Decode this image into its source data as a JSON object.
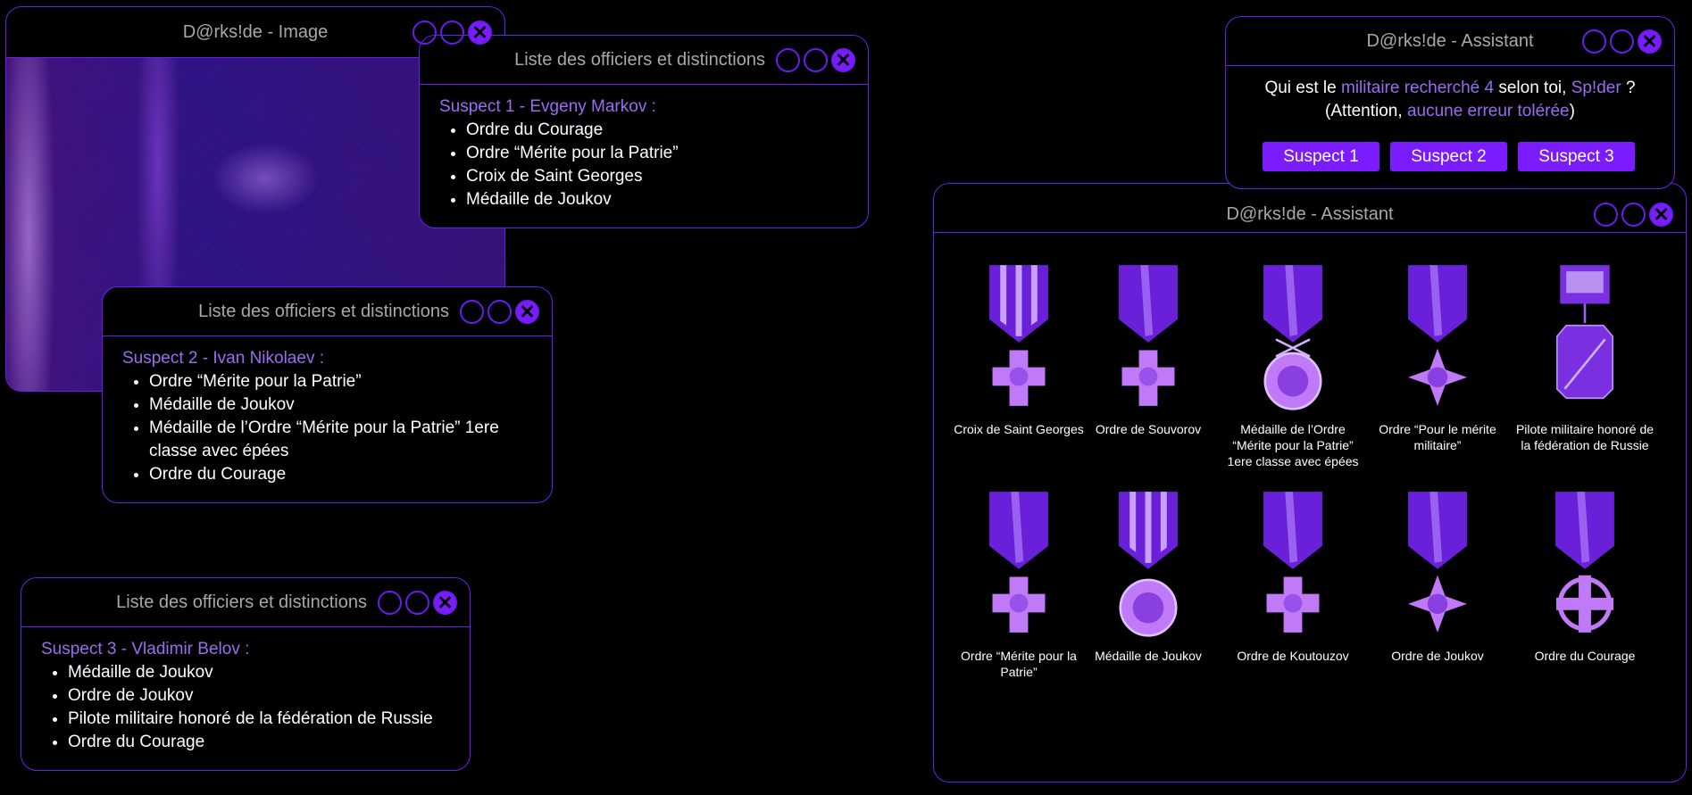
{
  "image_window": {
    "title": "D@rks!de - Image"
  },
  "list_title": "Liste des officiers et distinctions",
  "suspects": [
    {
      "heading": "Suspect 1 - Evgeny Markov :",
      "items": [
        "Ordre du Courage",
        "Ordre “Mérite pour la Patrie”",
        "Croix de Saint Georges",
        "Médaille de Joukov"
      ]
    },
    {
      "heading": "Suspect 2 - Ivan Nikolaev :",
      "items": [
        "Ordre “Mérite pour la Patrie”",
        "Médaille de Joukov",
        "Médaille de l’Ordre “Mérite pour la Patrie” 1ere classe avec épées",
        "Ordre du Courage"
      ]
    },
    {
      "heading": "Suspect 3 - Vladimir Belov :",
      "items": [
        "Médaille de Joukov",
        "Ordre  de Joukov",
        "Pilote militaire honoré de la fédération de Russie",
        "Ordre du Courage"
      ]
    }
  ],
  "assistant": {
    "title": "D@rks!de - Assistant",
    "q_part1": "Qui est le ",
    "q_hl1": "militaire recherché 4",
    "q_part2": " selon toi, ",
    "q_hl2": "Sp!der",
    "q_part3": " ?",
    "q2_part1": "(Attention, ",
    "q2_hl": "aucune erreur tolérée",
    "q2_part2": ")",
    "buttons": [
      "Suspect 1",
      "Suspect 2",
      "Suspect 3"
    ]
  },
  "medals_window": {
    "title": "D@rks!de - Assistant",
    "medals": [
      {
        "label": "Croix de Saint Georges",
        "shape": "cross-striped-icon"
      },
      {
        "label": "Ordre de Souvorov",
        "shape": "cross-icon"
      },
      {
        "label": "Médaille de l’Ordre “Mérite pour la Patrie” 1ere classe avec épées",
        "shape": "round-swords-icon"
      },
      {
        "label": "Ordre “Pour le mérite militaire”",
        "shape": "star-icon"
      },
      {
        "label": "Pilote militaire honoré de la fédération de Russie",
        "shape": "plaque-icon"
      },
      {
        "label": "Ordre “Mérite pour la Patrie”",
        "shape": "eagle-cross-icon"
      },
      {
        "label": "Médaille de Joukov",
        "shape": "round-striped-icon"
      },
      {
        "label": "Ordre de Koutouzov",
        "shape": "cross-icon"
      },
      {
        "label": "Ordre de Joukov",
        "shape": "star-cross-icon"
      },
      {
        "label": "Ordre du Courage",
        "shape": "cross-round-icon"
      }
    ]
  },
  "colors": {
    "accent": "#7a1cff",
    "border": "#6a1cf0",
    "highlight": "#9a6cf0"
  }
}
